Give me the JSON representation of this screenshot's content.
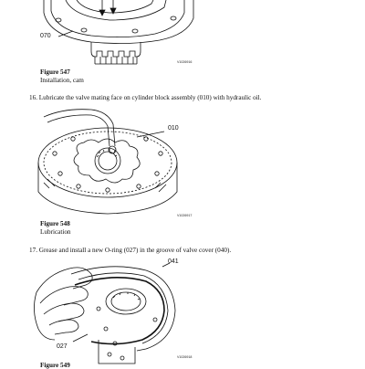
{
  "figures": [
    {
      "callouts": [
        "070"
      ],
      "image_id": "V1026916",
      "caption_label": "Figure 547",
      "caption_text": "Installation, cam"
    },
    {
      "callouts": [
        "010"
      ],
      "image_id": "V1026917",
      "caption_label": "Figure 548",
      "caption_text": "Lubrication"
    },
    {
      "callouts": [
        "041",
        "027"
      ],
      "image_id": "V1026918",
      "caption_label": "Figure 549",
      "caption_text": ""
    }
  ],
  "steps": [
    {
      "text": "16. Lubricate the valve mating face on cylinder block assembly (010) with hydraulic oil."
    },
    {
      "text": "17. Grease and install a new O-ring (027) in the groove of valve cover (040)."
    }
  ]
}
